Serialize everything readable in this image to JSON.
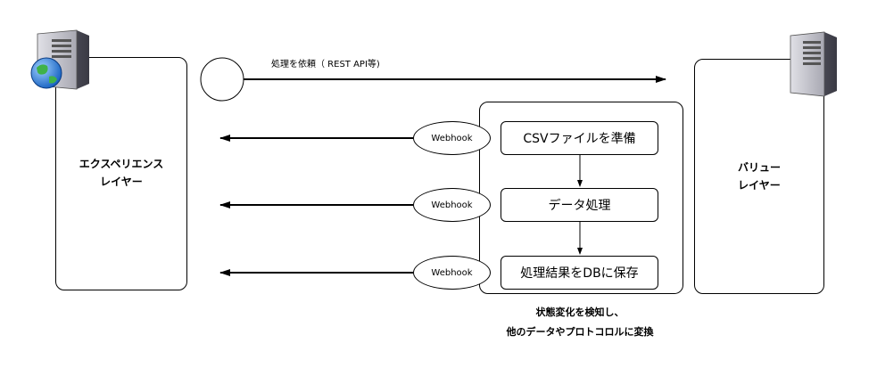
{
  "experience_layer": {
    "label": "エクスペリエンス\nレイヤー",
    "icon": "server-globe-icon"
  },
  "value_layer": {
    "label": "バリュー\nレイヤー",
    "icon": "server-icon"
  },
  "request": {
    "label": "処理を依頼（ REST API等)"
  },
  "steps": [
    {
      "label": "CSVファイルを準備",
      "webhook": "Webhook"
    },
    {
      "label": "データ処理",
      "webhook": "Webhook"
    },
    {
      "label": "処理結果をDBに保存",
      "webhook": "Webhook"
    }
  ],
  "note": "状態変化を検知し、\n他のデータやプロトコロルに変換"
}
